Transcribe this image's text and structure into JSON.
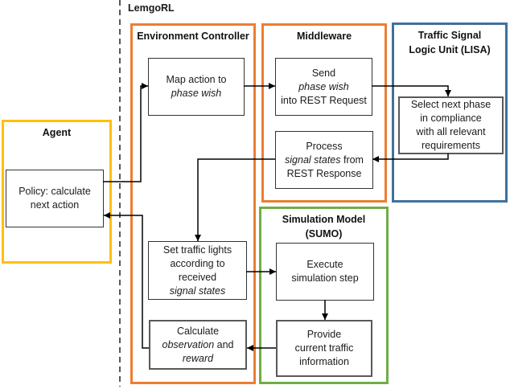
{
  "diagram": {
    "system_label": "LemgoRL",
    "colors": {
      "orange": "#ED7D31",
      "yellow": "#FFC000",
      "green": "#70AD47",
      "blue": "#41719C",
      "grey": "#595959",
      "box_border": "#333333",
      "arrow": "#000000"
    },
    "containers": {
      "agent": {
        "title": "Agent"
      },
      "env_controller": {
        "title": "Environment Controller"
      },
      "middleware": {
        "title": "Middleware"
      },
      "lisa": {
        "title_line1": "Traffic Signal",
        "title_line2": "Logic Unit (LISA)"
      },
      "sumo": {
        "title_line1": "Simulation Model",
        "title_line2": "(SUMO)"
      }
    },
    "nodes": {
      "policy": {
        "l1": "Policy: calculate",
        "l2": "next action"
      },
      "map_action": {
        "l1": "Map action to",
        "l2i": "phase wish"
      },
      "send_wish": {
        "l1": "Send",
        "l2i": "phase wish",
        "l3": "into REST Request"
      },
      "process_states": {
        "l1": "Process",
        "l2i": "signal states",
        "l2b": " from",
        "l3": "REST Response"
      },
      "select_phase": {
        "l1": "Select next phase",
        "l2": "in compliance",
        "l3": "with all relevant",
        "l4": "requirements"
      },
      "set_lights": {
        "l1": "Set traffic lights",
        "l2": "according to",
        "l3": "received",
        "l4i": "signal states"
      },
      "calc_reward": {
        "l1": "Calculate",
        "l2i": "observation",
        "l2b": " and",
        "l3i": "reward"
      },
      "execute_step": {
        "l1": "Execute",
        "l2": "simulation step"
      },
      "provide_info": {
        "l1": "Provide",
        "l2": "current traffic",
        "l3": "information"
      }
    },
    "flows": [
      {
        "from": "policy",
        "to": "map_action"
      },
      {
        "from": "map_action",
        "to": "send_wish"
      },
      {
        "from": "send_wish",
        "to": "select_phase"
      },
      {
        "from": "select_phase",
        "to": "process_states"
      },
      {
        "from": "process_states",
        "to": "set_lights"
      },
      {
        "from": "set_lights",
        "to": "execute_step"
      },
      {
        "from": "execute_step",
        "to": "provide_info"
      },
      {
        "from": "provide_info",
        "to": "calc_reward"
      },
      {
        "from": "calc_reward",
        "to": "policy"
      }
    ]
  }
}
